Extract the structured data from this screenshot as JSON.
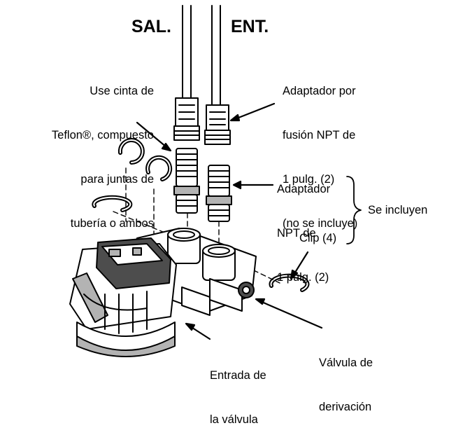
{
  "headings": {
    "outlet": "SAL.",
    "inlet": "ENT."
  },
  "callouts": {
    "teflon": [
      "Use cinta de",
      "Teflon®, compuesto",
      "para juntas de",
      "tubería o ambos"
    ],
    "fusion_adapter": [
      "Adaptador por",
      "fusión NPT de",
      "1 pulg. (2)",
      "(no se incluye)"
    ],
    "npt_adapter": [
      "Adaptador",
      "NPT de",
      "1 pulg. (2)"
    ],
    "included": "Se incluyen",
    "clip": "Clip (4)",
    "bypass_valve": [
      "Válvula de",
      "derivación"
    ],
    "valve_inlet": [
      "Entrada de",
      "la válvula"
    ]
  },
  "colors": {
    "line": "#000000",
    "fill_light": "#ffffff",
    "fill_mid": "#b3b3b3",
    "fill_dark": "#4d4d4d"
  }
}
